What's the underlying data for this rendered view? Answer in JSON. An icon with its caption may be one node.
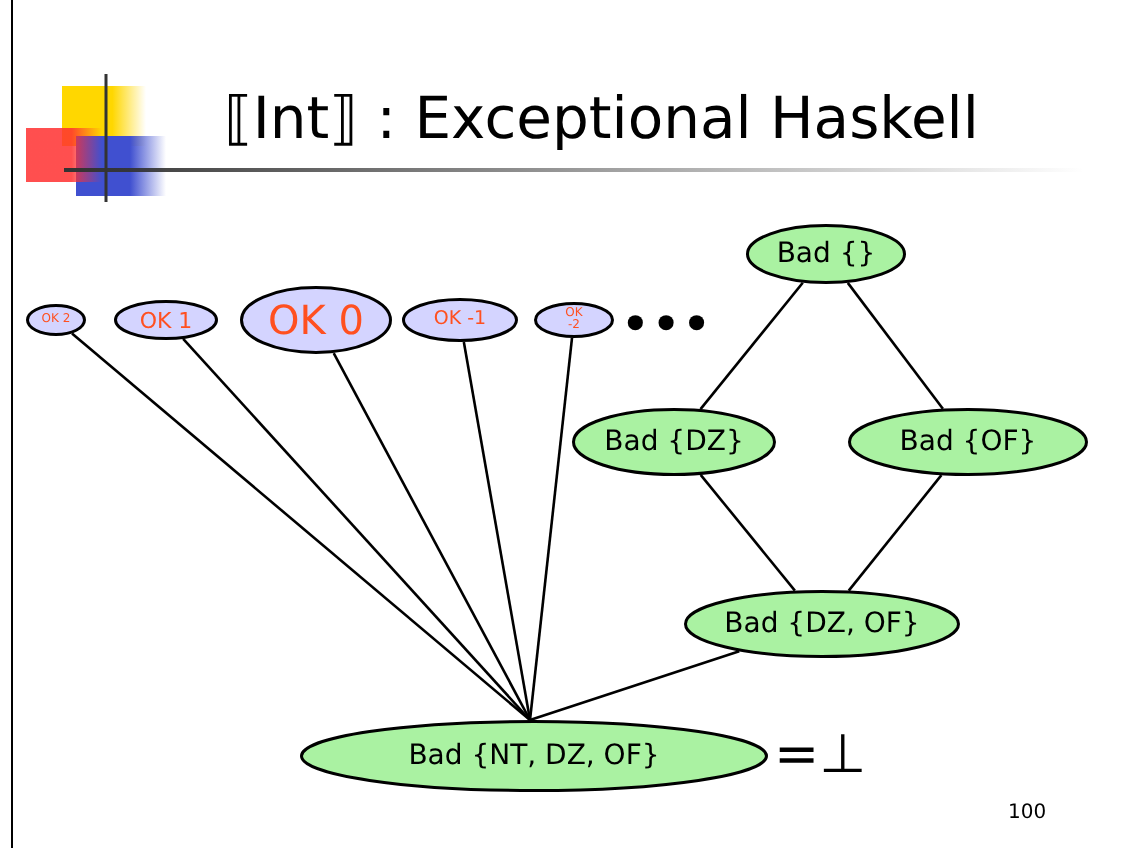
{
  "diagram": {
    "title": "⟦Int⟧ : Exceptional Haskell",
    "nodes": [
      {
        "text": [
          "OK 2"
        ]
      },
      {
        "text": [
          "OK 1"
        ]
      },
      {
        "text": [
          "OK 0"
        ]
      },
      {
        "text": [
          "OK -1"
        ]
      },
      {
        "text": [
          "OK -2"
        ]
      },
      {
        "text": [
          "Bad {}"
        ]
      },
      {
        "text": [
          "Bad {DZ}"
        ]
      },
      {
        "text": [
          "Bad {OF}"
        ]
      },
      {
        "text": [
          "Bad {DZ, OF}"
        ]
      },
      {
        "text": [
          "Bad {NT, DZ, OF}"
        ]
      }
    ],
    "edges": [
      {
        "from": 0,
        "to": 9,
        "arrow": "none"
      },
      {
        "from": 1,
        "to": 9,
        "arrow": "none"
      },
      {
        "from": 2,
        "to": 9,
        "arrow": "none"
      },
      {
        "from": 3,
        "to": 9,
        "arrow": "none"
      },
      {
        "from": 4,
        "to": 9,
        "arrow": "none"
      },
      {
        "from": 5,
        "to": 6,
        "arrow": "none"
      },
      {
        "from": 5,
        "to": 7,
        "arrow": "none"
      },
      {
        "from": 6,
        "to": 8,
        "arrow": "none"
      },
      {
        "from": 7,
        "to": 8,
        "arrow": "none"
      },
      {
        "from": 8,
        "to": 9,
        "arrow": "none"
      }
    ],
    "labels": [
      "•••",
      "=⊥",
      "100"
    ]
  }
}
